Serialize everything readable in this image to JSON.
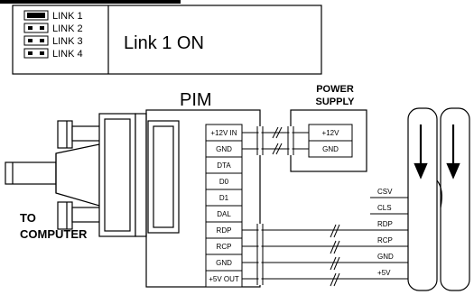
{
  "jumper_table": {
    "links": [
      "LINK 1",
      "LINK 2",
      "LINK 3",
      "LINK 4"
    ],
    "status": "Link 1 ON"
  },
  "pim": {
    "title": "PIM",
    "pins": [
      "+12V IN",
      "GND",
      "DTA",
      "D0",
      "D1",
      "DAL",
      "RDP",
      "RCP",
      "GND",
      "+5V OUT"
    ]
  },
  "power_supply": {
    "title_line1": "POWER",
    "title_line2": "SUPPLY",
    "pins": [
      "+12V",
      "GND"
    ]
  },
  "computer": {
    "label_line1": "TO",
    "label_line2": "COMPUTER"
  },
  "reader": {
    "signals": [
      "CSV",
      "CLS",
      "RDP",
      "RCP",
      "GND",
      "+5V"
    ]
  },
  "colors": {
    "line": "#000000",
    "background": "#ffffff"
  }
}
